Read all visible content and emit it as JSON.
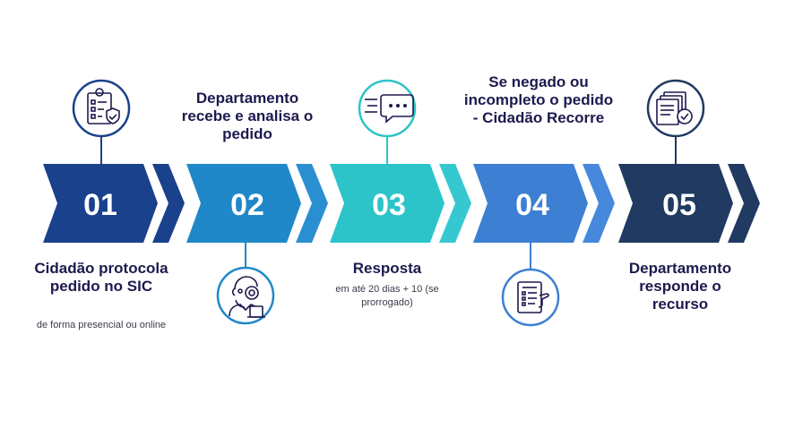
{
  "steps": [
    {
      "number": "01",
      "title": "Cidadão protocola pedido no SIC",
      "subtitle": "de forma presencial ou online",
      "icon": "clipboard-check-icon",
      "color": "#1a418c",
      "tail_color": "#1a418c"
    },
    {
      "number": "02",
      "title": "Departamento recebe e analisa o pedido",
      "subtitle": "",
      "icon": "magnifier-person-icon",
      "color": "#2088c9",
      "tail_color": "#2a8fd1"
    },
    {
      "number": "03",
      "title": "Resposta",
      "subtitle": "em até 20 dias + 10 (se prorrogado)",
      "icon": "chat-bubble-icon",
      "color": "#2cc4c9",
      "tail_color": "#36c8d0"
    },
    {
      "number": "04",
      "title": "Se negado ou incompleto  o pedido - Cidadão Recorre",
      "subtitle": "",
      "icon": "document-list-icon",
      "color": "#3d7fd2",
      "tail_color": "#4688dc"
    },
    {
      "number": "05",
      "title": "Departamento responde o recurso",
      "subtitle": "",
      "icon": "document-stack-check-icon",
      "color": "#203a61",
      "tail_color": "#203a61"
    }
  ]
}
